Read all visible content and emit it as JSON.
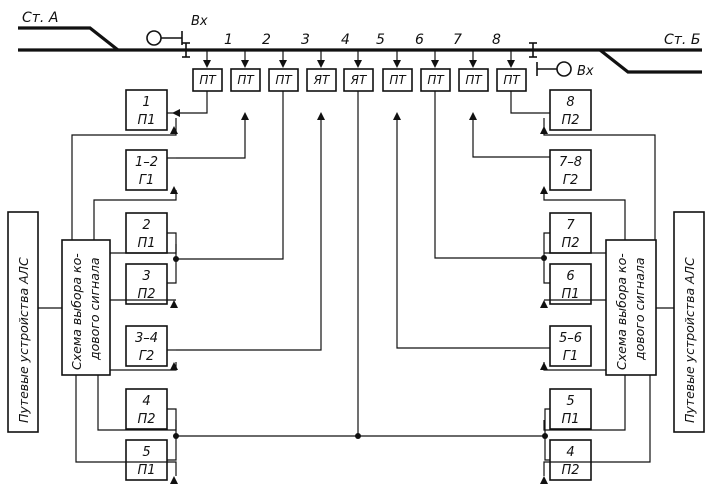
{
  "stations": {
    "left": "Ст. А",
    "right": "Ст. Б"
  },
  "entry_signal": "Вх",
  "sections": [
    "1",
    "2",
    "3",
    "4",
    "5",
    "6",
    "7",
    "8"
  ],
  "track_relays": [
    "ПТ",
    "ПТ",
    "ПТ",
    "ЯТ",
    "ЯТ",
    "ПТ",
    "ПТ",
    "ПТ",
    "ПТ"
  ],
  "left_units": [
    {
      "l1": "1",
      "l2": "П1"
    },
    {
      "l1": "1–2",
      "l2": "Г1"
    },
    {
      "l1": "2",
      "l2": "П1"
    },
    {
      "l1": "3",
      "l2": "П2"
    },
    {
      "l1": "3–4",
      "l2": "Г2"
    },
    {
      "l1": "4",
      "l2": "П2"
    },
    {
      "l1": "5",
      "l2": "П1"
    }
  ],
  "right_units": [
    {
      "l1": "8",
      "l2": "П2"
    },
    {
      "l1": "7–8",
      "l2": "Г2"
    },
    {
      "l1": "7",
      "l2": "П2"
    },
    {
      "l1": "6",
      "l2": "П1"
    },
    {
      "l1": "5–6",
      "l2": "Г1"
    },
    {
      "l1": "5",
      "l2": "П1"
    },
    {
      "l1": "4",
      "l2": "П2"
    }
  ],
  "selector_line1": "Схема выбора ко-",
  "selector_line2": "дового сигнала",
  "aps_label": "Путевые устройства АЛС"
}
